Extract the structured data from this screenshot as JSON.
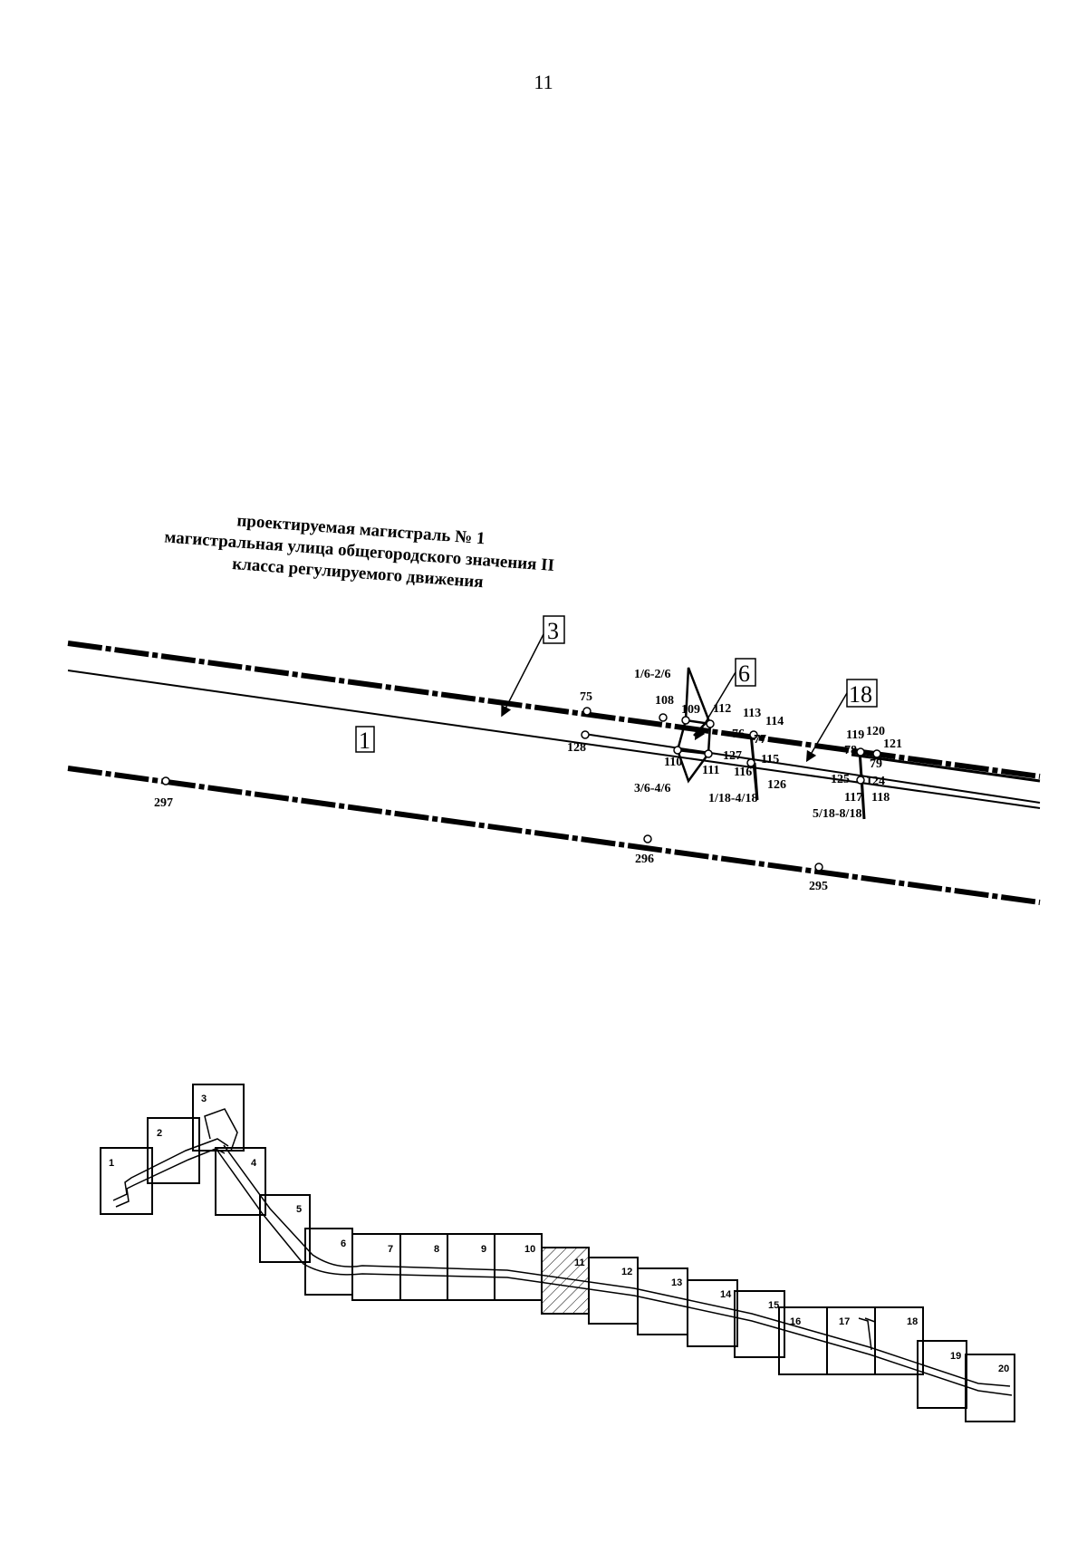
{
  "page_number": "11",
  "title_lines": [
    "проектируемая магистраль № 1",
    "магистральная улица общегородского значения II",
    "класса регулируемого движения"
  ],
  "zone_labels": [
    "3",
    "1",
    "6",
    "18"
  ],
  "point_labels": {
    "p75": "75",
    "p128": "128",
    "p108": "108",
    "p109": "109",
    "p112": "112",
    "p113": "113",
    "p114": "114",
    "p76": "76",
    "p77": "77",
    "p115": "115",
    "p116": "116",
    "p127": "127",
    "p126": "126",
    "p110": "110",
    "p111": "111",
    "p16": "1/6-2/6",
    "p36": "3/6-4/6",
    "p118a": "1/18-4/18",
    "p119": "119",
    "p120": "120",
    "p121": "121",
    "p78": "78",
    "p79": "79",
    "p125": "125",
    "p124": "124",
    "p117": "117",
    "p118": "118",
    "p518": "5/18-8/18",
    "p297": "297",
    "p296": "296",
    "p295": "295"
  },
  "sheet_labels": [
    "1",
    "2",
    "3",
    "4",
    "5",
    "6",
    "7",
    "8",
    "9",
    "10",
    "11",
    "12",
    "13",
    "14",
    "15",
    "16",
    "17",
    "18",
    "19",
    "20"
  ],
  "highlighted_sheet": "11"
}
